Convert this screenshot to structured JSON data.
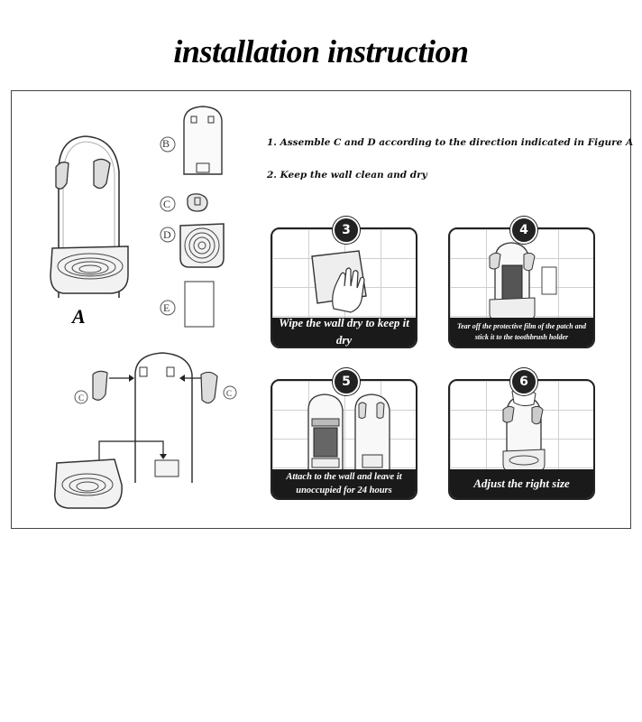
{
  "title": "installation instruction",
  "instructions": [
    "1. Assemble C and D according to the direction indicated in Figure A",
    "2. Keep the wall clean and dry"
  ],
  "figure_label": "A",
  "parts": [
    "B",
    "C",
    "D",
    "E"
  ],
  "assembly_labels": [
    "C",
    "C"
  ],
  "steps": [
    {
      "number": "3",
      "caption_lines": [
        "Wipe the wall dry to keep it dry"
      ]
    },
    {
      "number": "4",
      "caption_lines": [
        "Tear off the protective film of the patch and",
        "stick it to the  toothbrush holder"
      ]
    },
    {
      "number": "5",
      "caption_lines": [
        "Attach to the wall and leave it",
        "unoccupied for 24 hours"
      ]
    },
    {
      "number": "6",
      "caption_lines": [
        "Adjust the right size"
      ]
    }
  ]
}
